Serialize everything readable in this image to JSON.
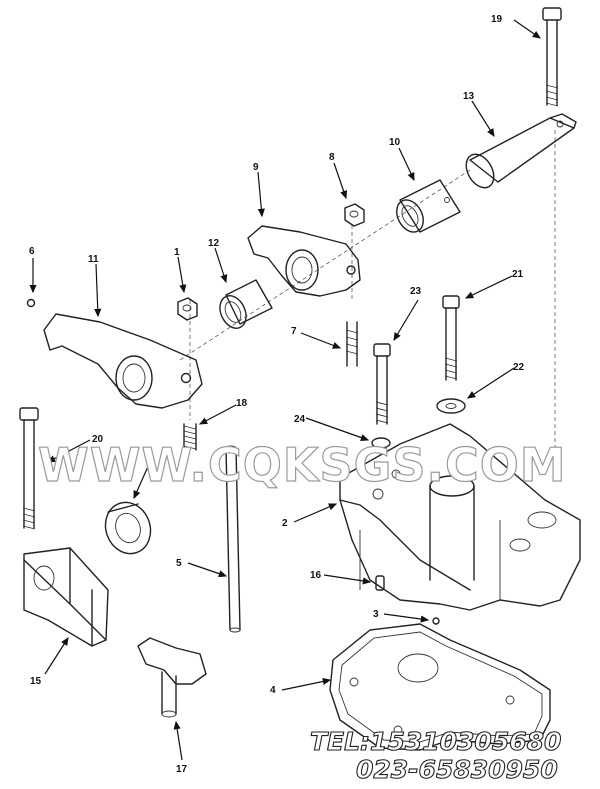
{
  "callouts": {
    "c1": "1",
    "c2": "2",
    "c3": "3",
    "c4": "4",
    "c5": "5",
    "c6": "6",
    "c7": "7",
    "c8": "8",
    "c9": "9",
    "c10": "10",
    "c11": "11",
    "c12": "12",
    "c13": "13",
    "c14": "4",
    "c15": "15",
    "c16": "16",
    "c17": "17",
    "c18": "18",
    "c19": "19",
    "c20": "20",
    "c21": "21",
    "c22": "22",
    "c23": "23",
    "c24": "24"
  },
  "watermark": "WWW.CQKSGS.COM",
  "contact": {
    "tel": "TEL:15310305680",
    "phone": "023-65830950"
  }
}
